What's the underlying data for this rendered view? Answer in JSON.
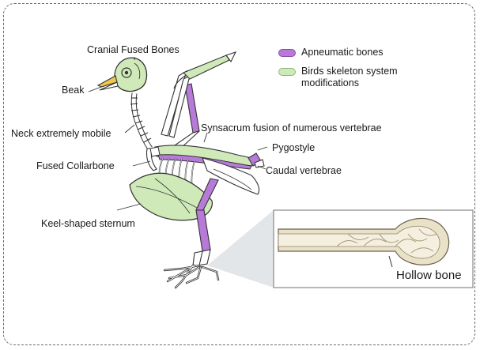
{
  "colors": {
    "apneumatic": "#b77ad9",
    "apneumatic_border": "#8a4bb0",
    "modification": "#cfe9b8",
    "modification_border": "#8fb875",
    "bone_outline": "#333333",
    "beak": "#f0c64a"
  },
  "legend": {
    "items": [
      {
        "label": "Apneumatic bones",
        "color": "#b77ad9"
      },
      {
        "label": "Birds skeleton system modifications",
        "color": "#cfe9b8"
      }
    ]
  },
  "labels": {
    "cranial": "Cranial Fused Bones",
    "beak": "Beak",
    "neck": "Neck extremely mobile",
    "collarbone": "Fused Collarbone",
    "sternum": "Keel-shaped sternum",
    "synsacrum": "Synsacrum fusion of numerous vertebrae",
    "pygostyle": "Pygostyle",
    "caudal": "Caudal vertebrae",
    "hollow": "Hollow bone"
  }
}
